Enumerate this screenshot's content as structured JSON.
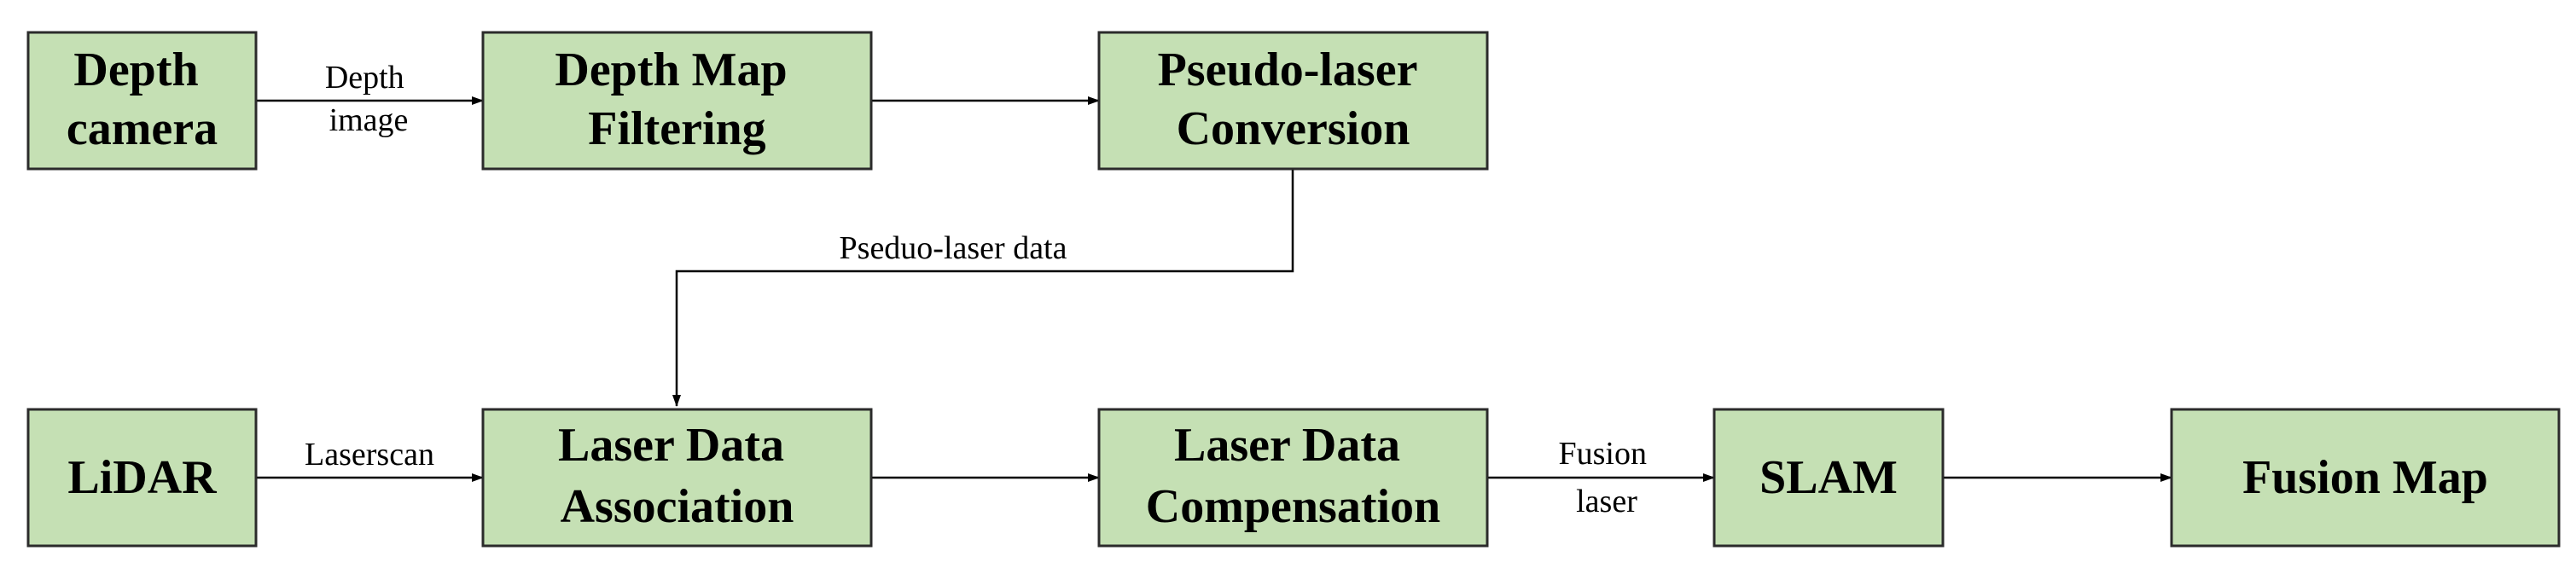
{
  "nodes": {
    "depth_camera": [
      "Depth",
      "camera"
    ],
    "depth_map_filtering": [
      "Depth Map",
      "Filtering"
    ],
    "pseudo_laser_conversion": [
      "Pseudo-laser",
      "Conversion"
    ],
    "lidar": [
      "LiDAR"
    ],
    "laser_data_association": [
      "Laser Data",
      "Association"
    ],
    "laser_data_compensation": [
      "Laser Data",
      "Compensation"
    ],
    "slam": [
      "SLAM"
    ],
    "fusion_map": [
      "Fusion Map"
    ]
  },
  "edges": {
    "depth_image": [
      "Depth",
      "image"
    ],
    "pseudo_laser_data": [
      "Pseduo-laser data"
    ],
    "laserscan": [
      "Laserscan"
    ],
    "fusion_laser": [
      "Fusion",
      "laser"
    ]
  },
  "colors": {
    "node_fill": "#c5e0b4",
    "node_stroke": "#2b2b2b",
    "edge": "#000000"
  }
}
